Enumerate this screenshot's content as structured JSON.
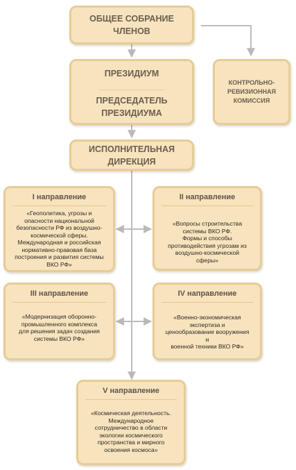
{
  "general_meeting": {
    "line1": "ОБЩЕЕ СОБРАНИЕ",
    "line2": "ЧЛЕНОВ"
  },
  "presidium": {
    "title": "ПРЕЗИДИУМ",
    "chair_line1": "ПРЕДСЕДАТЕЛЬ",
    "chair_line2": "ПРЕЗИДИУМА"
  },
  "audit_commission": {
    "line1": "КОНТРОЛЬНО-",
    "line2": "РЕВИЗИОННАЯ",
    "line3": "КОМИССИЯ"
  },
  "executive": {
    "line1": "ИСПОЛНИТЕЛЬНАЯ",
    "line2": "ДИРЕКЦИЯ"
  },
  "directions": [
    {
      "title": "I направление",
      "lines": [
        "«Геополитика, угрозы и",
        "опасности национальной",
        "безопасности РФ из воздушно-",
        "космической сферы.",
        "Международная и российская",
        "нормативно-правовая база",
        "построения и развития системы",
        "ВКО РФ»"
      ]
    },
    {
      "title": "II направление",
      "lines": [
        "«Вопросы строительства",
        "системы ВКО РФ.",
        "Формы и способы",
        "противодействия угрозам  из",
        "воздушно-космической",
        "сферы»"
      ]
    },
    {
      "title": "III направление",
      "lines": [
        "«Модернизация оборонно-",
        "промышленного комплекса",
        "для  решения задач создания",
        "системы ВКО РФ»"
      ]
    },
    {
      "title": "IV направление",
      "lines": [
        "«Военно-экономическая",
        "экспертиза и",
        "ценообразование вооружения",
        "и",
        "военной техники ВКО РФ»"
      ]
    },
    {
      "title": "V направление",
      "lines": [
        "«Космическая деятельность.",
        "Международное",
        "сотрудничество в области",
        "экологии космического",
        "пространства и мирного",
        "освоения космоса»"
      ]
    }
  ],
  "colors": {
    "box_fill": "#f7e3bd",
    "box_border": "#e6cc98",
    "connector": "#bdbdbd",
    "header_text": "#6b5e4f"
  }
}
